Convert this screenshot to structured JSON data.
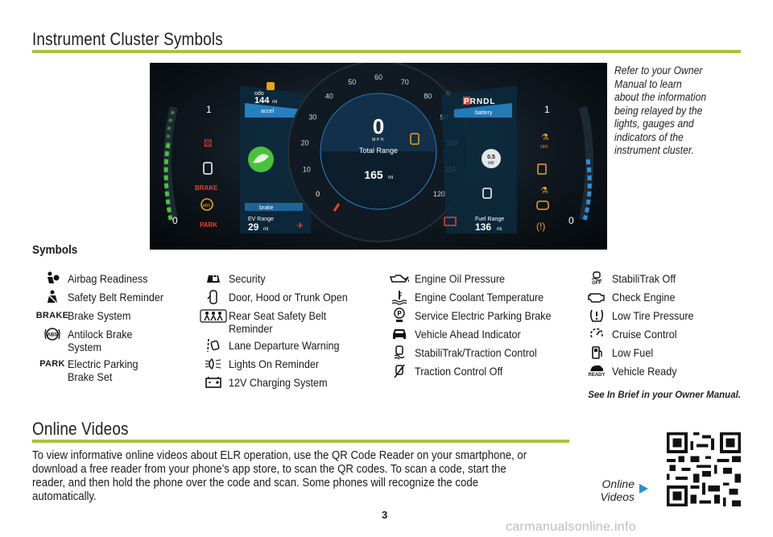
{
  "page": {
    "title": "Instrument Cluster Symbols",
    "symbols_heading": "Symbols",
    "side_note": "Refer to your Owner Manual to learn about the information being relayed by the lights, gauges and indicators of the instrument cluster.",
    "brief_note": "See In Brief in your Owner Manual.",
    "videos_title": "Online Videos",
    "videos_body": "To view informative online videos about ELR operation, use the QR Code Reader on your smartphone, or download a free reader from your phone’s app store, to scan the QR codes. To scan a code, start the reader, and then hold the phone over the code and scan. Some phones will recognize the code automatically.",
    "online_videos_label": "Online Videos",
    "page_number": "3",
    "watermark": "carmanualsonline.info"
  },
  "cluster": {
    "odo_label": "odo",
    "odo_value": "144",
    "odo_unit": "mi",
    "accel_label": "accel",
    "brake_label": "brake",
    "ev_range_label": "EV Range",
    "ev_range_value": "29",
    "ev_range_unit": "mi",
    "gear": "PRNDL",
    "gear_active": "P",
    "battery_label": "battery",
    "fuel_range_label": "Fuel Range",
    "fuel_range_value": "136",
    "fuel_range_unit": "mi",
    "speed": "0",
    "speed_unit": "MPH",
    "total_range_label": "Total Range",
    "total_range_value": "165",
    "total_range_unit": "mi",
    "kw_value": "0.5",
    "kw_unit": "kW",
    "brake_warning": "BRAKE",
    "park_warning": "PARK",
    "off_label": "OFF",
    "left_gauge_top": "1",
    "left_gauge_bottom": "0",
    "right_gauge_top": "1",
    "right_gauge_bottom": "0",
    "speed_ticks": [
      "0",
      "10",
      "20",
      "30",
      "40",
      "50",
      "60",
      "70",
      "80",
      "90",
      "100",
      "110",
      "120"
    ]
  },
  "symbols": {
    "col1": [
      {
        "icon": "airbag-readiness-icon",
        "label": "Airbag Readiness"
      },
      {
        "icon": "safety-belt-icon",
        "label": "Safety Belt Reminder"
      },
      {
        "icon_text": "BRAKE",
        "label": "Brake System"
      },
      {
        "icon": "abs-icon",
        "label": "Antilock Brake\nSystem"
      },
      {
        "icon_text": "PARK",
        "label": "Electric Parking\nBrake Set"
      }
    ],
    "col2": [
      {
        "icon": "security-icon",
        "label": "Security"
      },
      {
        "icon": "door-open-icon",
        "label": "Door, Hood or Trunk Open"
      },
      {
        "icon": "rear-seat-belt-icon",
        "label": "Rear Seat Safety Belt\nReminder"
      },
      {
        "icon": "lane-departure-icon",
        "label": "Lane Departure Warning"
      },
      {
        "icon": "lights-on-icon",
        "label": "Lights On Reminder"
      },
      {
        "icon": "battery-charging-icon",
        "label": "12V Charging System"
      }
    ],
    "col3": [
      {
        "icon": "oil-pressure-icon",
        "label": "Engine Oil Pressure"
      },
      {
        "icon": "coolant-temp-icon",
        "label": "Engine Coolant Temperature"
      },
      {
        "icon": "service-parking-brake-icon",
        "label": "Service Electric Parking Brake"
      },
      {
        "icon": "vehicle-ahead-icon",
        "label": "Vehicle Ahead Indicator"
      },
      {
        "icon": "stabilitrak-icon",
        "label": "StabiliTrak/Traction Control"
      },
      {
        "icon": "traction-off-icon",
        "label": "Traction Control Off"
      }
    ],
    "col4": [
      {
        "icon": "stabilitrak-off-icon",
        "icon_text": "OFF",
        "label": "StabiliTrak Off"
      },
      {
        "icon": "check-engine-icon",
        "label": "Check Engine"
      },
      {
        "icon": "low-tire-pressure-icon",
        "label": "Low Tire Pressure"
      },
      {
        "icon": "cruise-control-icon",
        "label": "Cruise Control"
      },
      {
        "icon": "low-fuel-icon",
        "label": "Low Fuel"
      },
      {
        "icon": "vehicle-ready-icon",
        "icon_text": "READY",
        "label": "Vehicle Ready"
      }
    ]
  },
  "colors": {
    "accent_green": "#a9c23f",
    "arrow_blue": "#2b8fd6",
    "cluster_amber": "#f0a21a",
    "cluster_red": "#e8412c",
    "cluster_green": "#49c23b",
    "cluster_blue": "#2b8fd6"
  }
}
